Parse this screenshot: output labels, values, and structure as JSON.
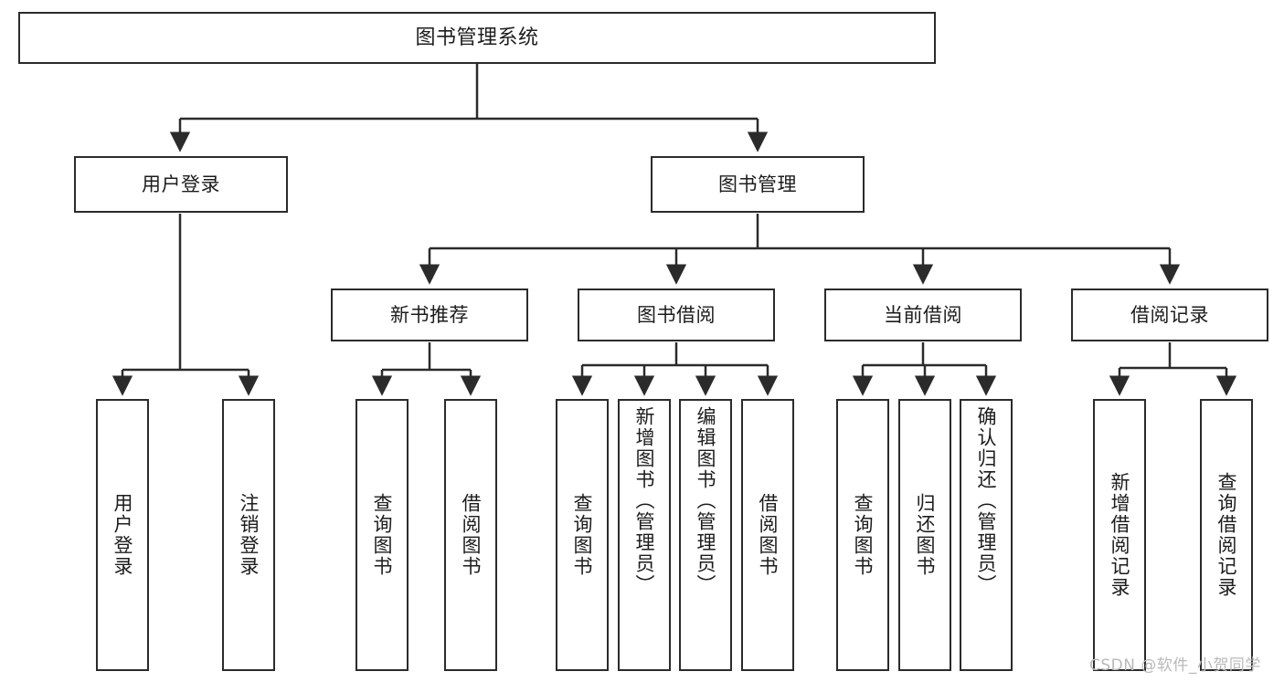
{
  "diagram": {
    "type": "tree",
    "title": "图书管理系统",
    "orientation": "top-down",
    "edge_style": "orthogonal-with-arrowheads",
    "colors": {
      "box_border": "#2b2b2b",
      "box_fill": "#ffffff",
      "edge": "#2b2b2b",
      "text": "#1c1c1c",
      "watermark": "#b9b9b9",
      "background": "#ffffff"
    }
  },
  "root": {
    "label": "图书管理系统"
  },
  "level2": [
    {
      "label": "用户登录"
    },
    {
      "label": "图书管理"
    }
  ],
  "level3": [
    {
      "label": "新书推荐"
    },
    {
      "label": "图书借阅"
    },
    {
      "label": "当前借阅"
    },
    {
      "label": "借阅记录"
    }
  ],
  "leaves": {
    "user_login": [
      {
        "label": "用户登录"
      },
      {
        "label": "注销登录"
      }
    ],
    "new_book_recommend": [
      {
        "label": "查询图书"
      },
      {
        "label": "借阅图书"
      }
    ],
    "book_borrow": [
      {
        "label": "查询图书"
      },
      {
        "label": "新增图书（管理员）"
      },
      {
        "label": "编辑图书（管理员）"
      },
      {
        "label": "借阅图书"
      }
    ],
    "current_borrow": [
      {
        "label": "查询图书"
      },
      {
        "label": "归还图书"
      },
      {
        "label": "确认归还（管理员）"
      }
    ],
    "borrow_record": [
      {
        "label": "新增借阅记录"
      },
      {
        "label": "查询借阅记录"
      }
    ]
  },
  "watermark": {
    "text": "CSDN @软件_小贺同学"
  }
}
